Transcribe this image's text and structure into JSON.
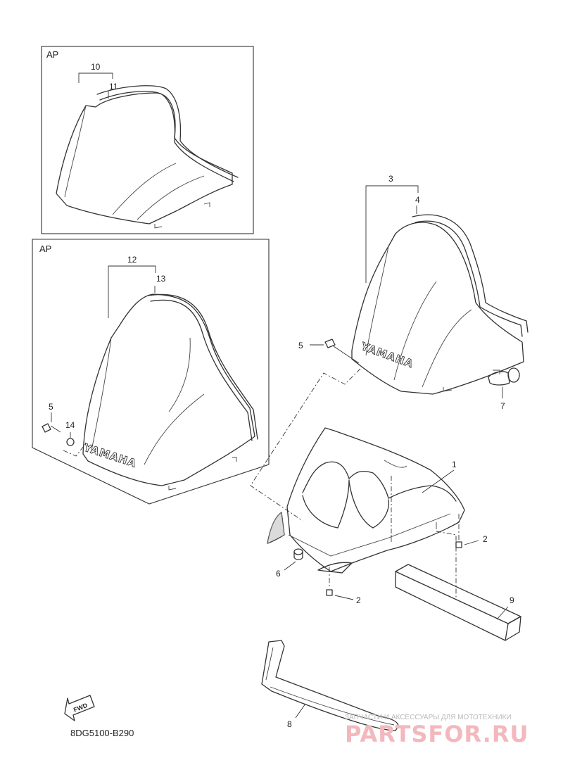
{
  "diagram": {
    "kit_labels": {
      "ap_top": "AP",
      "ap_left": "AP"
    },
    "part_numbers": {
      "p1": "1",
      "p2a": "2",
      "p2b": "2",
      "p3": "3",
      "p4": "4",
      "p5a": "5",
      "p5b": "5",
      "p6": "6",
      "p7": "7",
      "p8": "8",
      "p9": "9",
      "p10": "10",
      "p11": "11",
      "p12": "12",
      "p13": "13",
      "p14": "14"
    },
    "brand_text": {
      "left": "YAMAHA",
      "right": "YAMAHA"
    },
    "fwd_label": "FWD",
    "diagram_code": "8DG5100-B290"
  },
  "watermark": {
    "tagline": "ЗАПЧАСТИ И АКСЕССУАРЫ ДЛЯ МОТОТЕХНИКИ",
    "site": "PARTSFOR.RU",
    "color": "#f3b8bd"
  }
}
